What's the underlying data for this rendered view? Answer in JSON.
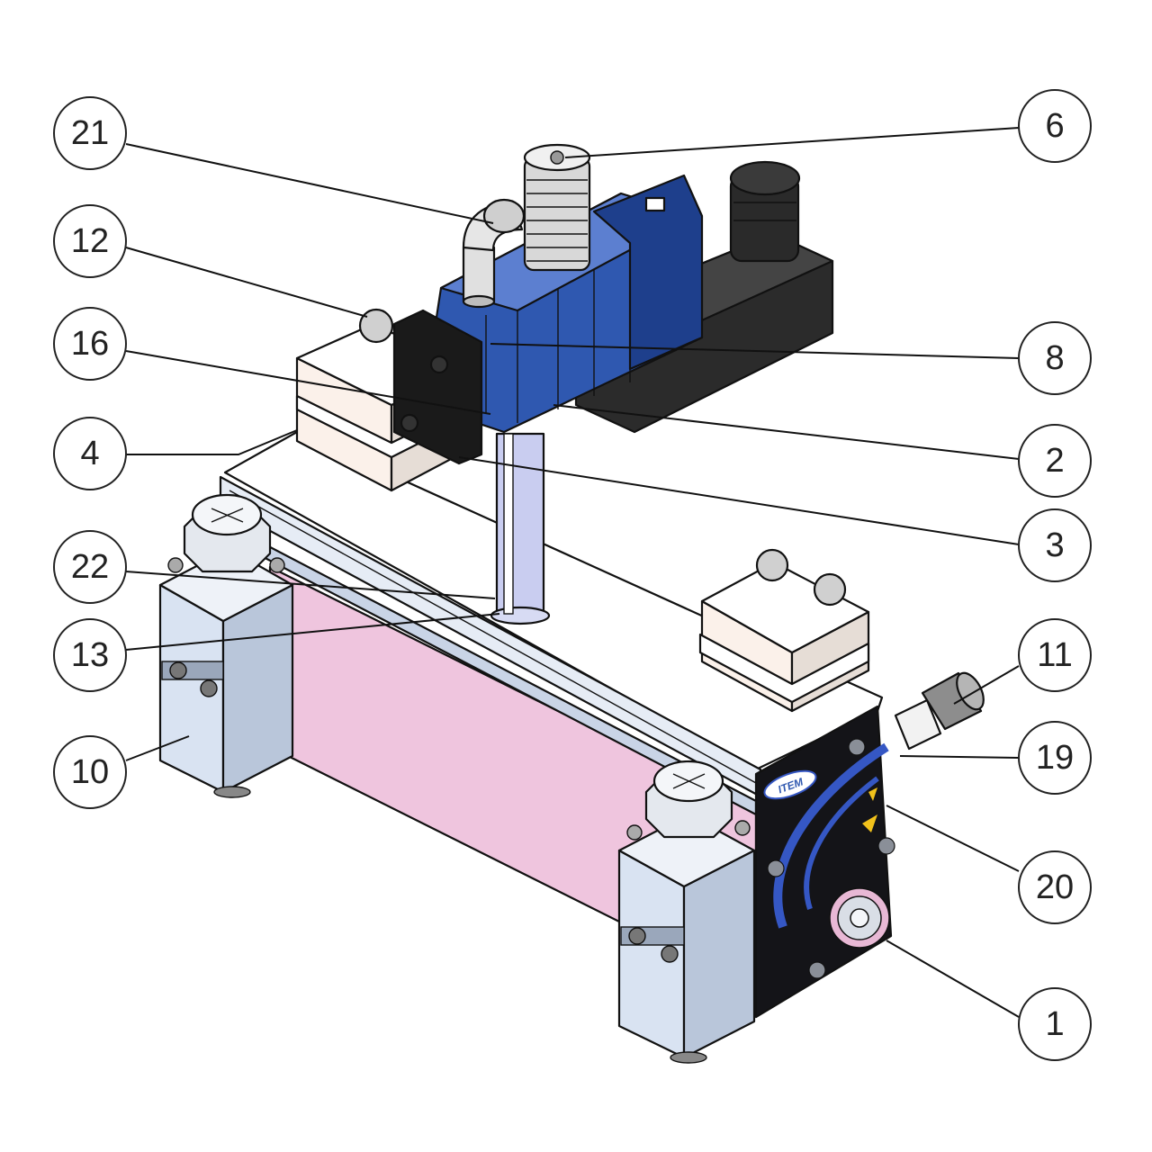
{
  "diagram": {
    "logo_text": "ITEM",
    "colors": {
      "valve_blue": "#2f58b0",
      "solenoid_dark": "#2b2b2b",
      "housing_pink": "#efc5de",
      "block_light": "#d9e3f2",
      "end_plate": "#141418",
      "warning_yellow": "#f2c21b"
    },
    "callouts": [
      {
        "id": "21",
        "label": "21"
      },
      {
        "id": "6",
        "label": "6"
      },
      {
        "id": "12",
        "label": "12"
      },
      {
        "id": "16",
        "label": "16"
      },
      {
        "id": "8",
        "label": "8"
      },
      {
        "id": "4",
        "label": "4"
      },
      {
        "id": "2",
        "label": "2"
      },
      {
        "id": "3",
        "label": "3"
      },
      {
        "id": "22",
        "label": "22"
      },
      {
        "id": "13",
        "label": "13"
      },
      {
        "id": "11",
        "label": "11"
      },
      {
        "id": "19",
        "label": "19"
      },
      {
        "id": "10",
        "label": "10"
      },
      {
        "id": "20",
        "label": "20"
      },
      {
        "id": "1",
        "label": "1"
      }
    ]
  }
}
